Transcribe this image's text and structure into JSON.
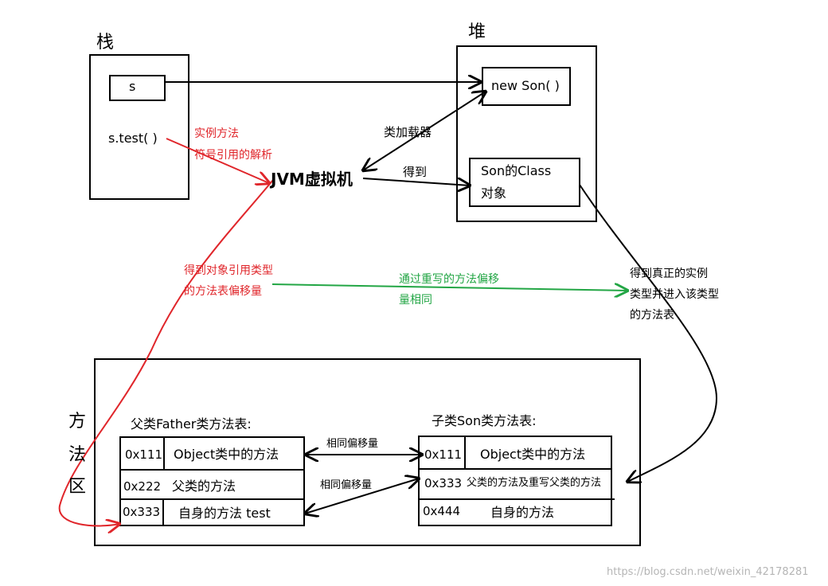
{
  "stack": {
    "title": "栈",
    "var_s": "s",
    "call": "s.test( )"
  },
  "heap": {
    "title": "堆",
    "new_son": "new Son( )",
    "class_obj_line1": "Son的Class",
    "class_obj_line2": "对象"
  },
  "jvm": "JVM虚拟机",
  "labels": {
    "classloader": "类加载器",
    "get": "得到",
    "red_line1": "实例方法",
    "red_line2": "符号引用的解析",
    "red2_line1": "得到对象引用类型",
    "red2_line2": "的方法表偏移量",
    "green_line1": "通过重写的方法偏移",
    "green_line2": "量相同",
    "right_line1": "得到真正的实例",
    "right_line2": "类型并进入该类型",
    "right_line3": "的方法表"
  },
  "method_area": {
    "title_chars": [
      "方",
      "法",
      "区"
    ],
    "father_title": "父类Father类方法表:",
    "son_title": "子类Son类方法表:",
    "same_offset_1": "相同偏移量",
    "same_offset_2": "相同偏移量",
    "father_rows": [
      {
        "addr": "0x111",
        "name": "Object类中的方法"
      },
      {
        "addr": "0x222",
        "name": "父类的方法"
      },
      {
        "addr": "0x333",
        "name": "自身的方法 test"
      }
    ],
    "son_rows": [
      {
        "addr": "0x111",
        "name": "Object类中的方法"
      },
      {
        "addr": "0x333",
        "name": "父类的方法及重写父类的方法"
      },
      {
        "addr": "0x444",
        "name": "自身的方法"
      }
    ]
  },
  "watermark": "https://blog.csdn.net/weixin_42178281",
  "colors": {
    "red": "#e0262b",
    "green": "#23a645",
    "black": "#000000"
  }
}
